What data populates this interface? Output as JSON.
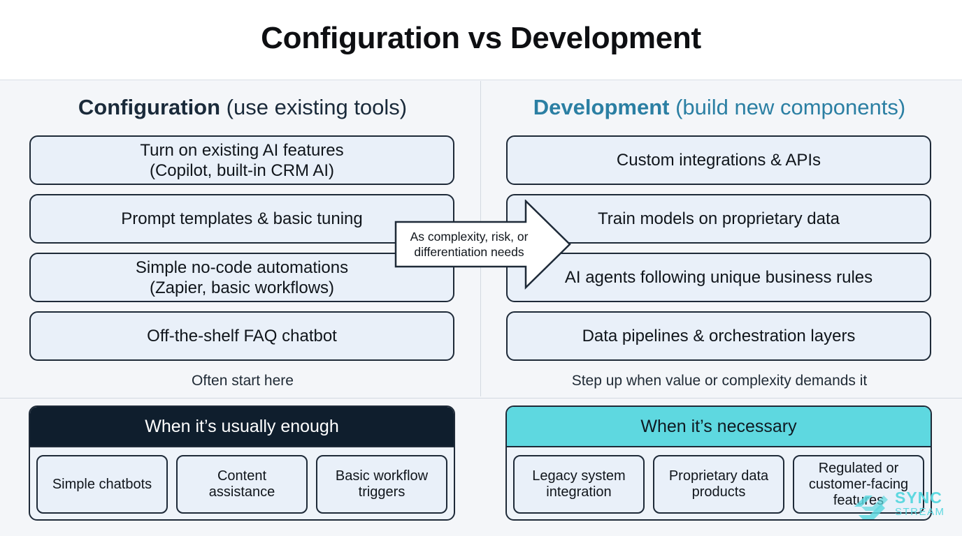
{
  "title": "Configuration vs Development",
  "left": {
    "heading_strong": "Configuration",
    "heading_rest": " (use existing tools)",
    "boxes": [
      "Turn on existing AI features\n(Copilot, built-in CRM AI)",
      "Prompt templates & basic tuning",
      "Simple no-code automations\n(Zapier, basic workflows)",
      "Off-the-shelf FAQ chatbot"
    ],
    "note": "Often start here",
    "panel": {
      "header": "When it’s usually enough",
      "items": [
        "Simple chatbots",
        "Content\nassistance",
        "Basic workflow\ntriggers"
      ]
    }
  },
  "right": {
    "heading_strong": "Development",
    "heading_rest": " (build new components)",
    "boxes": [
      "Custom integrations & APIs",
      "Train models on proprietary data",
      "AI agents following unique business rules",
      "Data pipelines & orchestration layers"
    ],
    "note": "Step up when value or complexity demands it",
    "panel": {
      "header": "When it’s necessary",
      "items": [
        "Legacy system\nintegration",
        "Proprietary data\nproducts",
        "Regulated or\ncustomer-facing\nfeatures"
      ]
    }
  },
  "arrow_label": "As complexity, risk, or differentiation needs",
  "logo": {
    "line1": "SYNC",
    "line2": "STREAM"
  },
  "colors": {
    "accent_teal": "#5ed8e0",
    "dark_navy": "#0f1e2d",
    "box_fill": "#e9f0f9",
    "dev_heading": "#2b7fa3"
  }
}
